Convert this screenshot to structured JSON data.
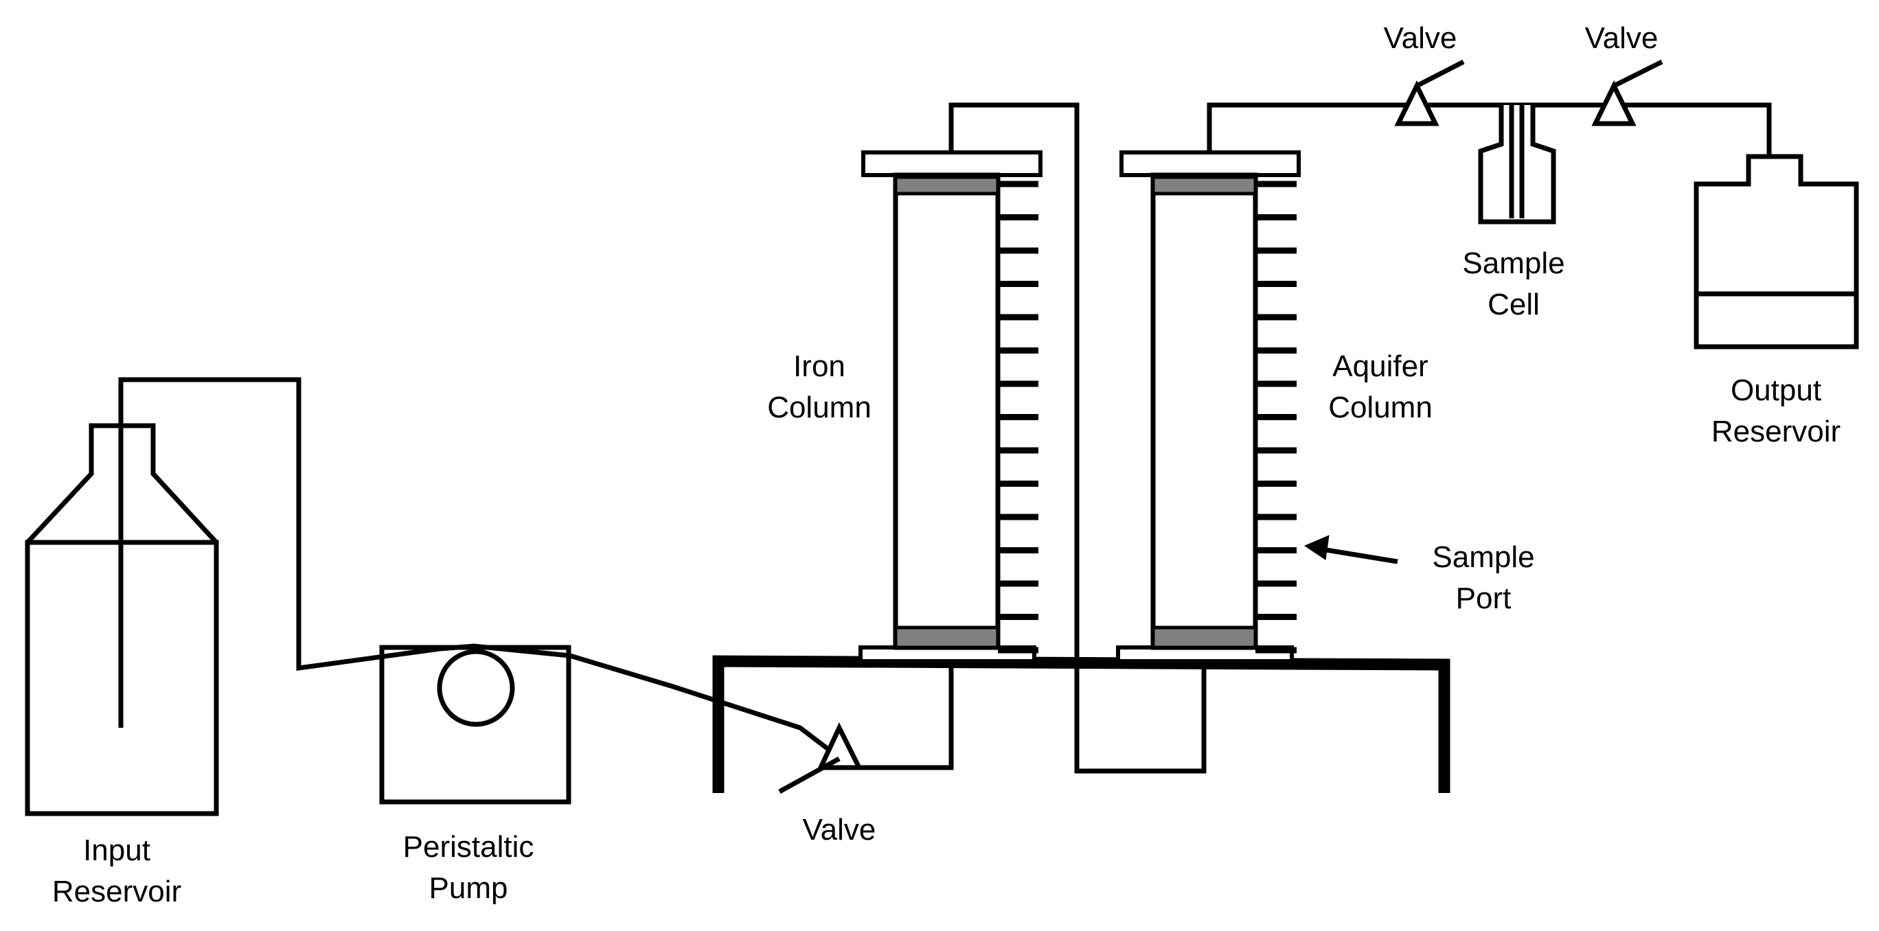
{
  "labels": {
    "input_reservoir": [
      "Input",
      "Reservoir"
    ],
    "peristaltic_pump": [
      "Peristaltic",
      "Pump"
    ],
    "valve_bottom": "Valve",
    "iron_column": [
      "Iron",
      "Column"
    ],
    "aquifer_column": [
      "Aquifer",
      "Column"
    ],
    "sample_port": [
      "Sample",
      "Port"
    ],
    "valve_top_left": "Valve",
    "valve_top_right": "Valve",
    "sample_cell": [
      "Sample",
      "Cell"
    ],
    "output_reservoir": [
      "Output",
      "Reservoir"
    ]
  },
  "colors": {
    "line": "#000000",
    "background": "#ffffff",
    "packing": "#808080"
  }
}
